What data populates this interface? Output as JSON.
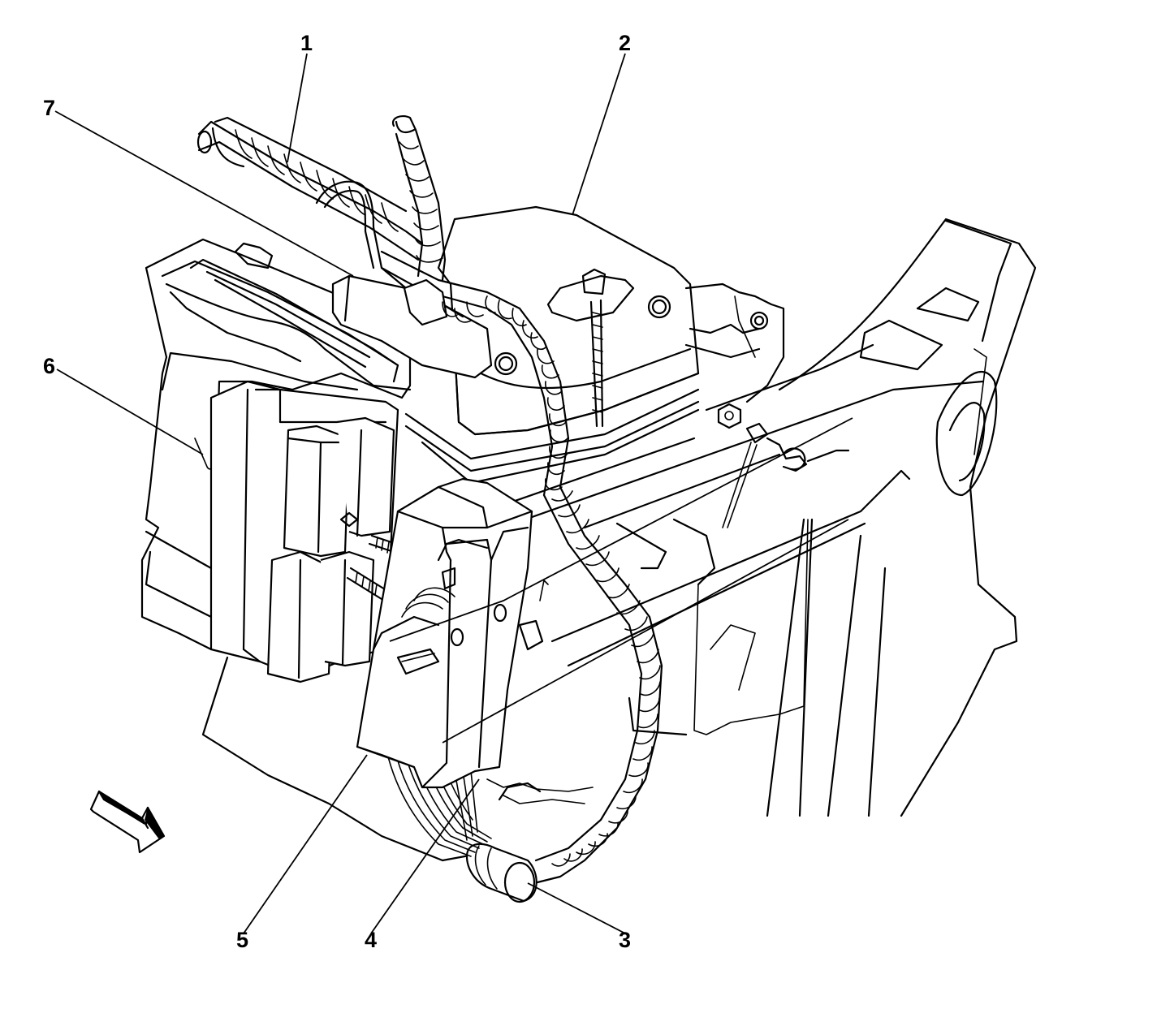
{
  "diagram": {
    "callouts": [
      {
        "id": "c1",
        "label": "1"
      },
      {
        "id": "c2",
        "label": "2"
      },
      {
        "id": "c3",
        "label": "3"
      },
      {
        "id": "c4",
        "label": "4"
      },
      {
        "id": "c5",
        "label": "5"
      },
      {
        "id": "c6",
        "label": "6"
      },
      {
        "id": "c7",
        "label": "7"
      }
    ],
    "icons": [
      "direction-arrow-icon"
    ],
    "colors": {
      "line": "#000000",
      "background": "#ffffff"
    }
  }
}
